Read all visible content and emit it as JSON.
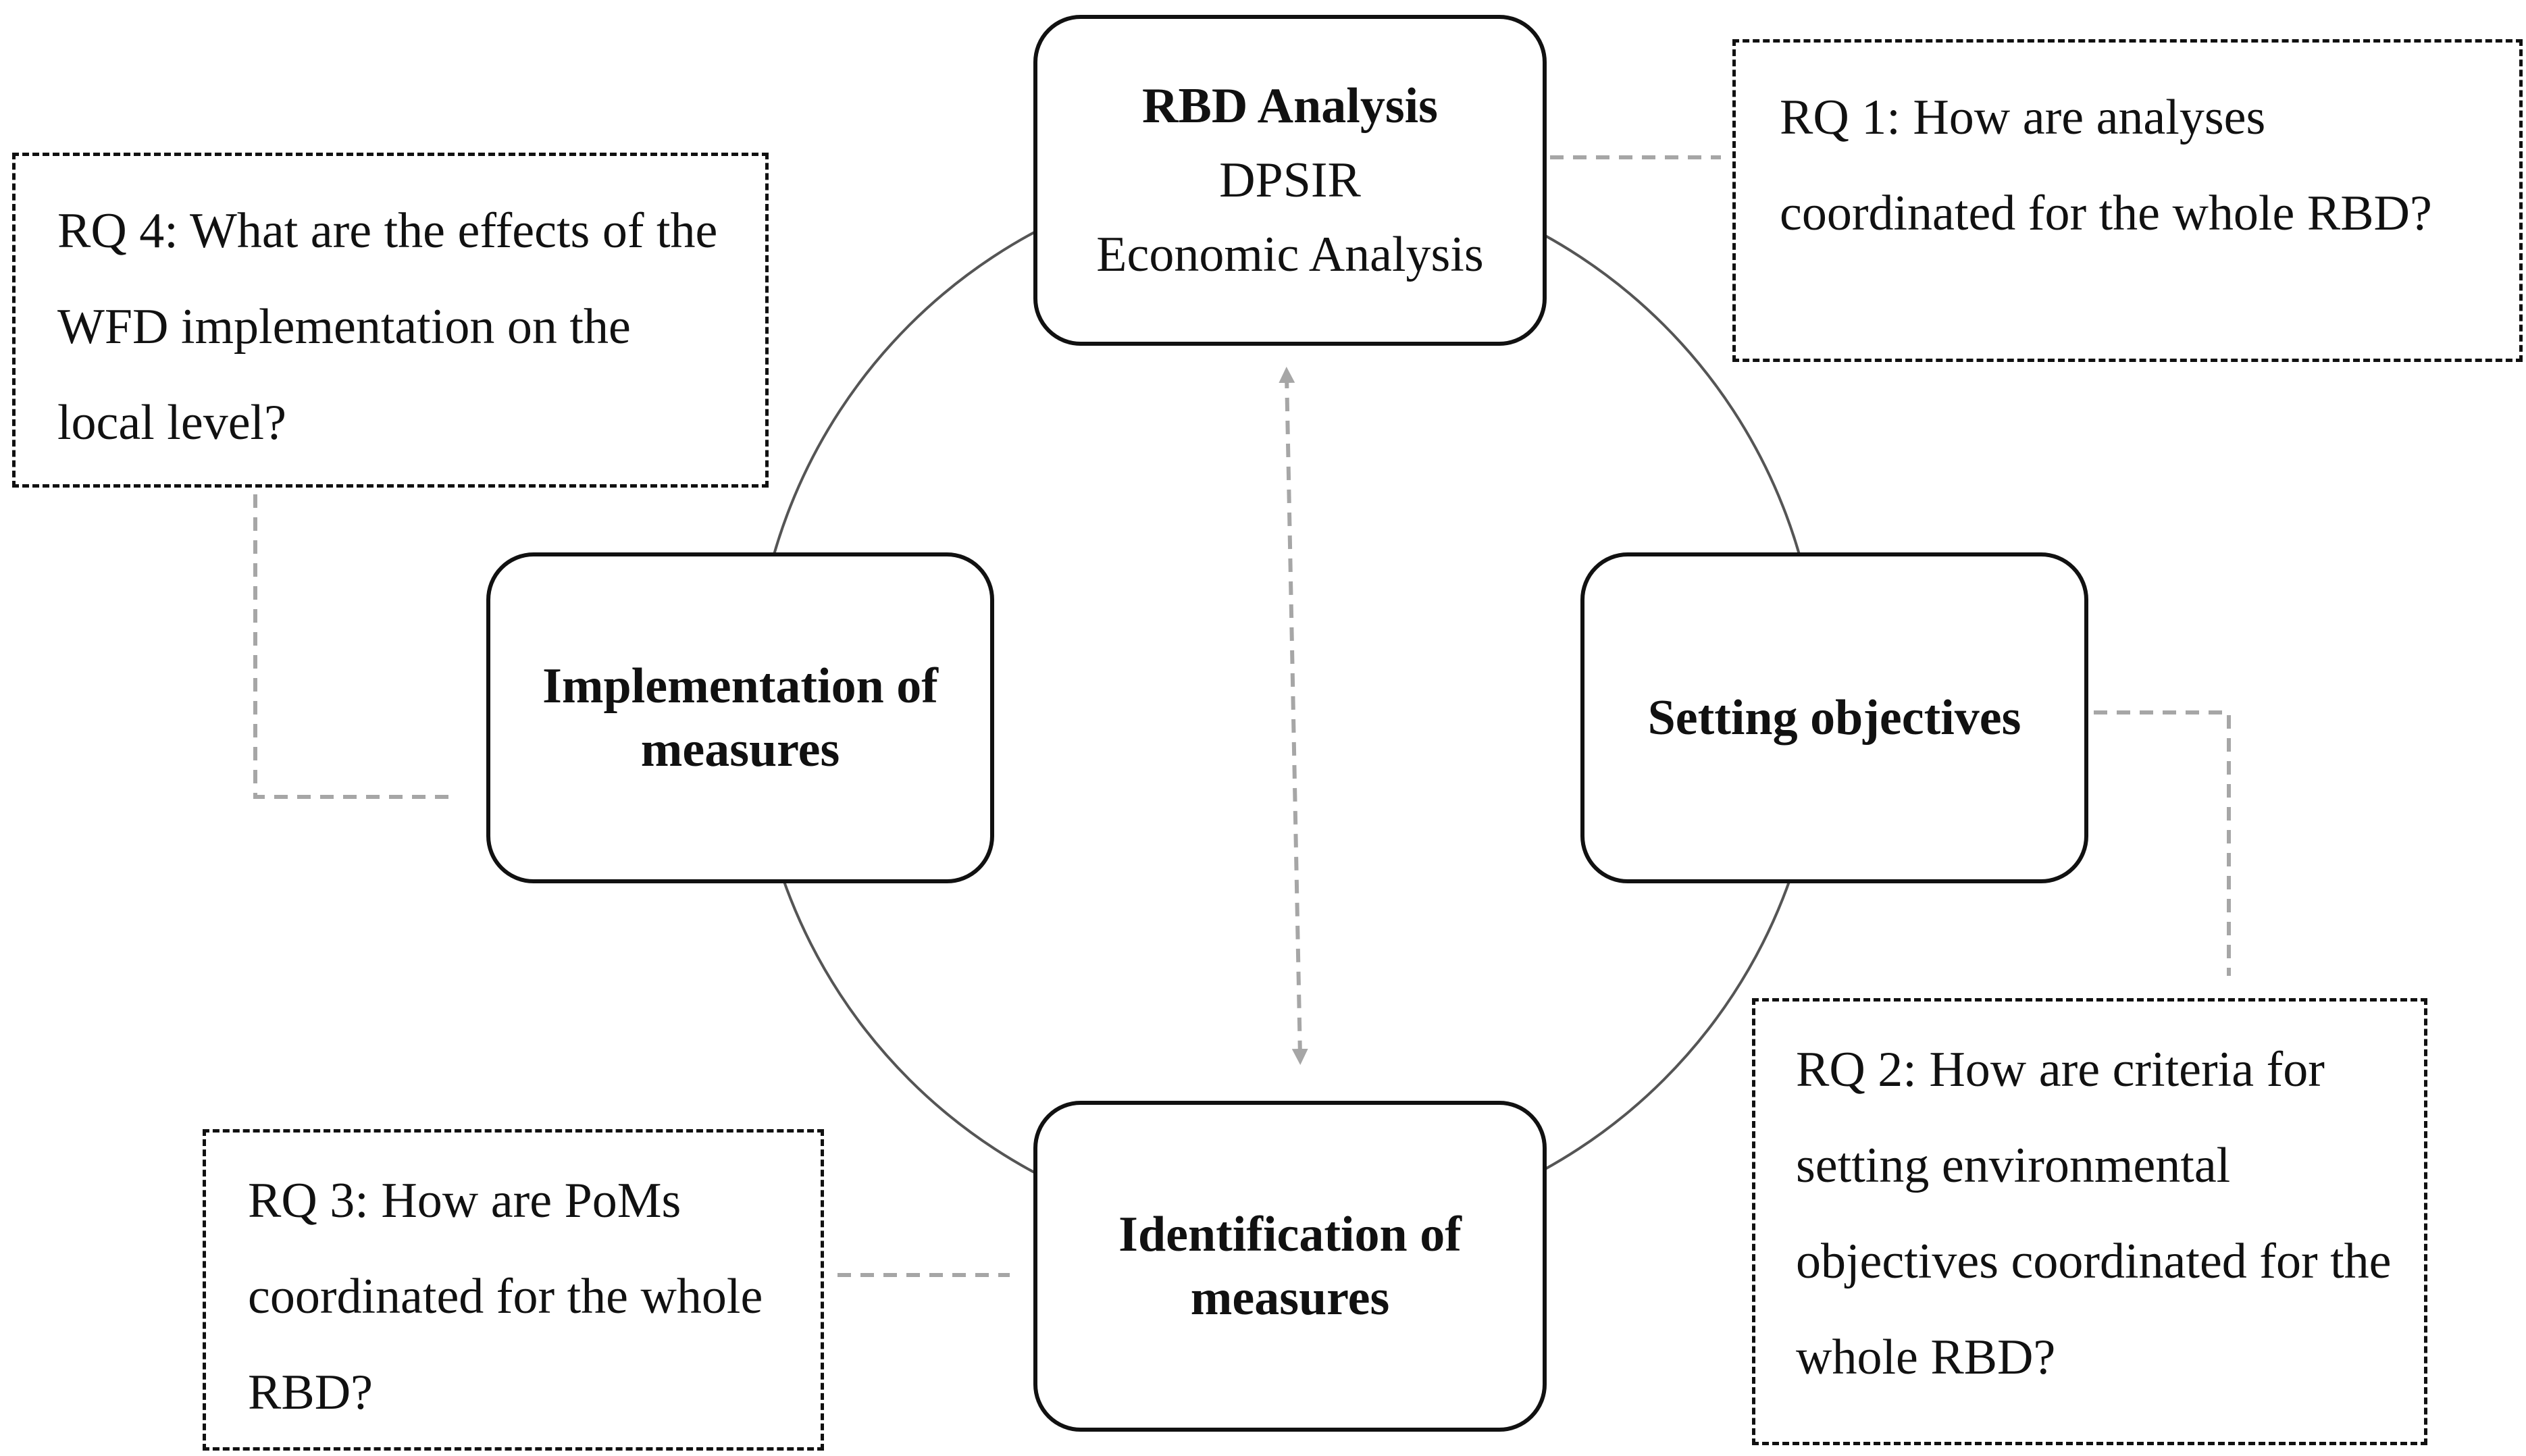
{
  "stages": {
    "rbd_analysis": {
      "title": "RBD Analysis",
      "line2": "DPSIR",
      "line3": "Economic Analysis"
    },
    "setting_objectives": {
      "title": "Setting objectives"
    },
    "identification": {
      "title": "Identification of measures"
    },
    "implementation": {
      "title": "Implementation of measures"
    }
  },
  "research_questions": {
    "rq1": "RQ 1: How are analyses coordinated for the whole RBD?",
    "rq2": "RQ 2: How are criteria for setting environmental objectives coordinated for the whole RBD?",
    "rq3": "RQ 3: How are PoMs coordinated for the whole RBD?",
    "rq4": "RQ 4: What are the effects of the WFD implementation on the local level?"
  },
  "colors": {
    "box_border": "#111111",
    "cycle_line": "#555555",
    "connector_dash": "#a6a6a6"
  }
}
